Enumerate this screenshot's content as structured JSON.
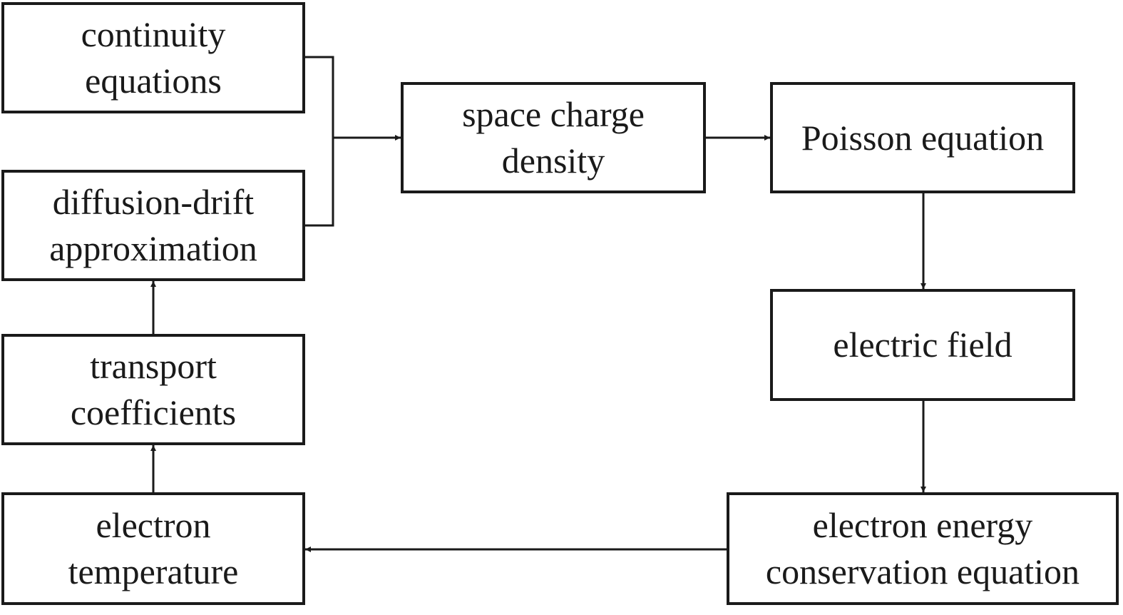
{
  "diagram": {
    "nodes": [
      {
        "id": "continuity",
        "label": "continuity\nequations"
      },
      {
        "id": "diffusion",
        "label": "diffusion-drift\napproximation"
      },
      {
        "id": "transport",
        "label": "transport\ncoefficients"
      },
      {
        "id": "electron_temperature",
        "label": "electron\ntemperature"
      },
      {
        "id": "space_charge",
        "label": "space charge\ndensity"
      },
      {
        "id": "poisson",
        "label": "Poisson equation"
      },
      {
        "id": "electric_field",
        "label": "electric field"
      },
      {
        "id": "energy_conservation",
        "label": "electron energy\nconservation equation"
      }
    ],
    "edges": [
      {
        "from": "continuity",
        "to": "space_charge"
      },
      {
        "from": "diffusion",
        "to": "space_charge"
      },
      {
        "from": "space_charge",
        "to": "poisson"
      },
      {
        "from": "poisson",
        "to": "electric_field"
      },
      {
        "from": "electric_field",
        "to": "energy_conservation"
      },
      {
        "from": "energy_conservation",
        "to": "electron_temperature"
      },
      {
        "from": "electron_temperature",
        "to": "transport"
      },
      {
        "from": "transport",
        "to": "diffusion"
      }
    ],
    "colors": {
      "stroke": "#1a1a1a",
      "background": "#ffffff"
    }
  }
}
